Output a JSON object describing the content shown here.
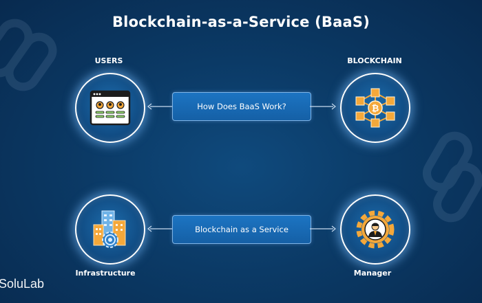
{
  "title": "Blockchain-as-a-Service (BaaS)",
  "nodes": {
    "users": "USERS",
    "blockchain": "BLOCKCHAIN",
    "infrastructure": "Infrastructure",
    "manager": "Manager"
  },
  "connectors": {
    "top": "How Does BaaS Work?",
    "bottom": "Blockchain as a Service"
  },
  "brand": "SoluLab",
  "icons": {
    "users": "users-dashboard-icon",
    "blockchain": "blockchain-network-icon",
    "infrastructure": "buildings-gear-icon",
    "manager": "manager-gear-icon"
  }
}
